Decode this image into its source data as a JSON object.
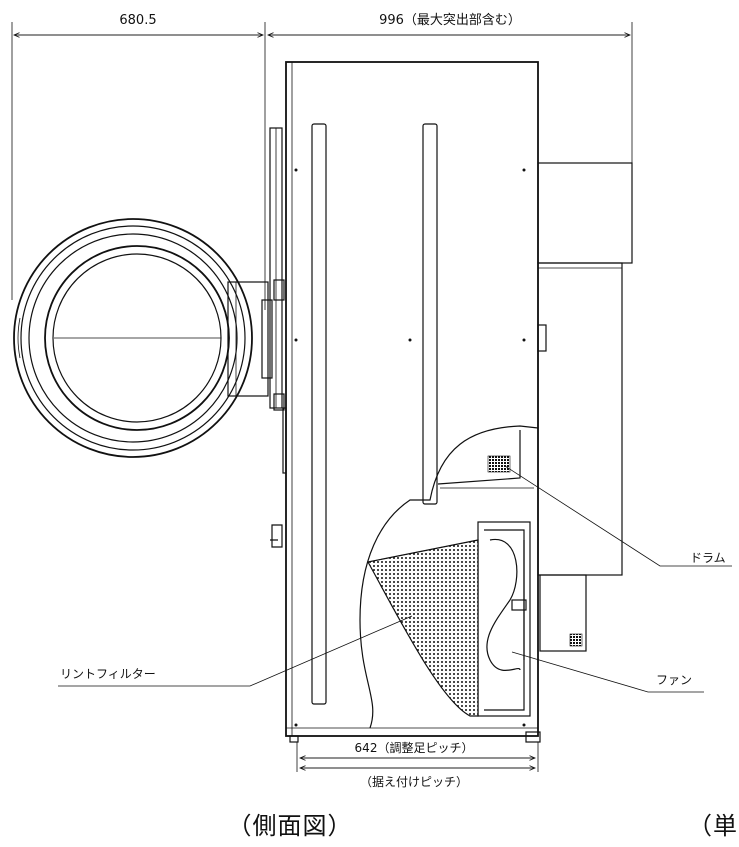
{
  "dimensions": {
    "door_depth": "680.5",
    "body_depth": "996（最大突出部含む）",
    "foot_pitch": "642（調整足ピッチ）",
    "install_pitch": "（据え付けピッチ）"
  },
  "labels": {
    "drum": "ドラム",
    "fan": "ファン",
    "lint_filter": "リントフィルター"
  },
  "captions": {
    "side_view": "（側面図）",
    "unit_partial": "（単"
  }
}
